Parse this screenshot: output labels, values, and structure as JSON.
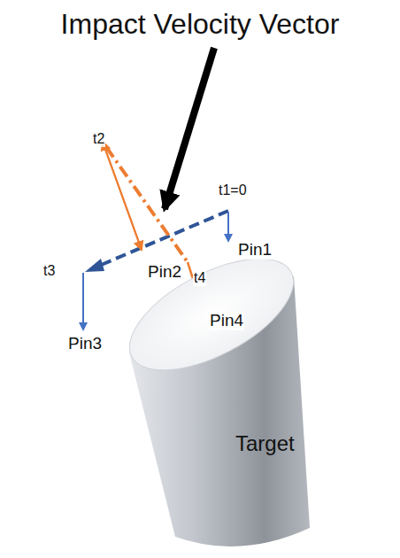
{
  "diagram": {
    "title": "Impact Velocity Vector",
    "nodes": [
      {
        "text": [
          "Target"
        ]
      }
    ],
    "labels": [
      "t2",
      "t1=0",
      "Pin1",
      "Pin2",
      "t3",
      "Pin3",
      "t4",
      "Pin4"
    ]
  }
}
